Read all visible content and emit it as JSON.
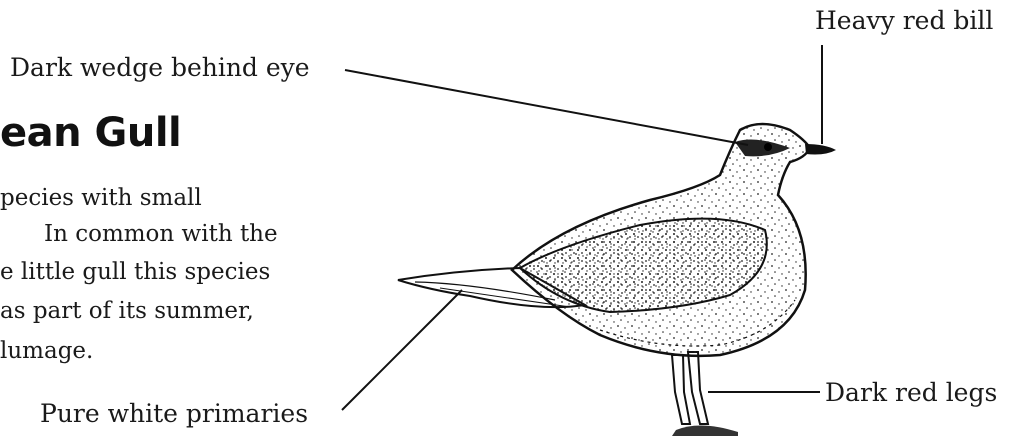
{
  "heading": "ean Gull",
  "body_lines": [
    "pecies with small",
    "In common with the",
    "e little gull this species",
    "as part of its summer,",
    "lumage."
  ],
  "callouts": {
    "bill": "Heavy red bill",
    "eye": "Dark wedge behind eye",
    "legs": "Dark red legs",
    "primaries": "Pure white primaries"
  },
  "colors": {
    "ink": "#1a1a1a",
    "background": "#ffffff"
  }
}
